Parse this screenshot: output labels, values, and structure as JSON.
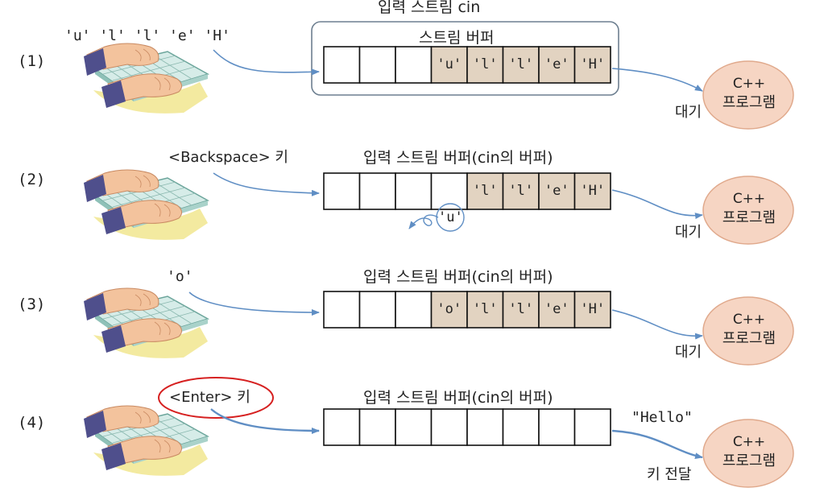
{
  "colors": {
    "cell_filled": "#e2d3c1",
    "cell_empty": "#ffffff",
    "cell_border": "#111111",
    "arrow": "#5f8ec4",
    "stream_box_border": "#6d7f90",
    "program_fill": "#f6d5c3",
    "program_border": "#e0a98c",
    "highlight_ellipse": "#d62020"
  },
  "icons": {
    "keyboard": "keyboard-hands-icon",
    "deleted_char": "deleted-char-curl-icon"
  },
  "steps": [
    {
      "label": "(1)",
      "input_label": "'u' 'l' 'l' 'e' 'H'",
      "outer_title": "입력 스트림 cin",
      "buffer_title": "스트림 버퍼",
      "cells": [
        "",
        "",
        "",
        "'u'",
        "'l'",
        "'l'",
        "'e'",
        "'H'"
      ],
      "status_label": "대기",
      "program_line1": "C++",
      "program_line2": "프로그램"
    },
    {
      "label": "(2)",
      "input_label": "<Backspace> 키",
      "buffer_title": "입력 스트림 버퍼(cin의 버퍼)",
      "cells": [
        "",
        "",
        "",
        "",
        "'l'",
        "'l'",
        "'e'",
        "'H'"
      ],
      "removed_char": "'u'",
      "status_label": "대기",
      "program_line1": "C++",
      "program_line2": "프로그램"
    },
    {
      "label": "(3)",
      "input_label": "'o'",
      "buffer_title": "입력 스트림 버퍼(cin의 버퍼)",
      "cells": [
        "",
        "",
        "",
        "'o'",
        "'l'",
        "'l'",
        "'e'",
        "'H'"
      ],
      "status_label": "대기",
      "program_line1": "C++",
      "program_line2": "프로그램"
    },
    {
      "label": "(4)",
      "input_label": "<Enter> 키",
      "buffer_title": "입력 스트림 버퍼(cin의 버퍼)",
      "cells": [
        "",
        "",
        "",
        "",
        "",
        "",
        "",
        ""
      ],
      "output_label": "\"Hello\"",
      "status_label": "키 전달",
      "program_line1": "C++",
      "program_line2": "프로그램"
    }
  ]
}
